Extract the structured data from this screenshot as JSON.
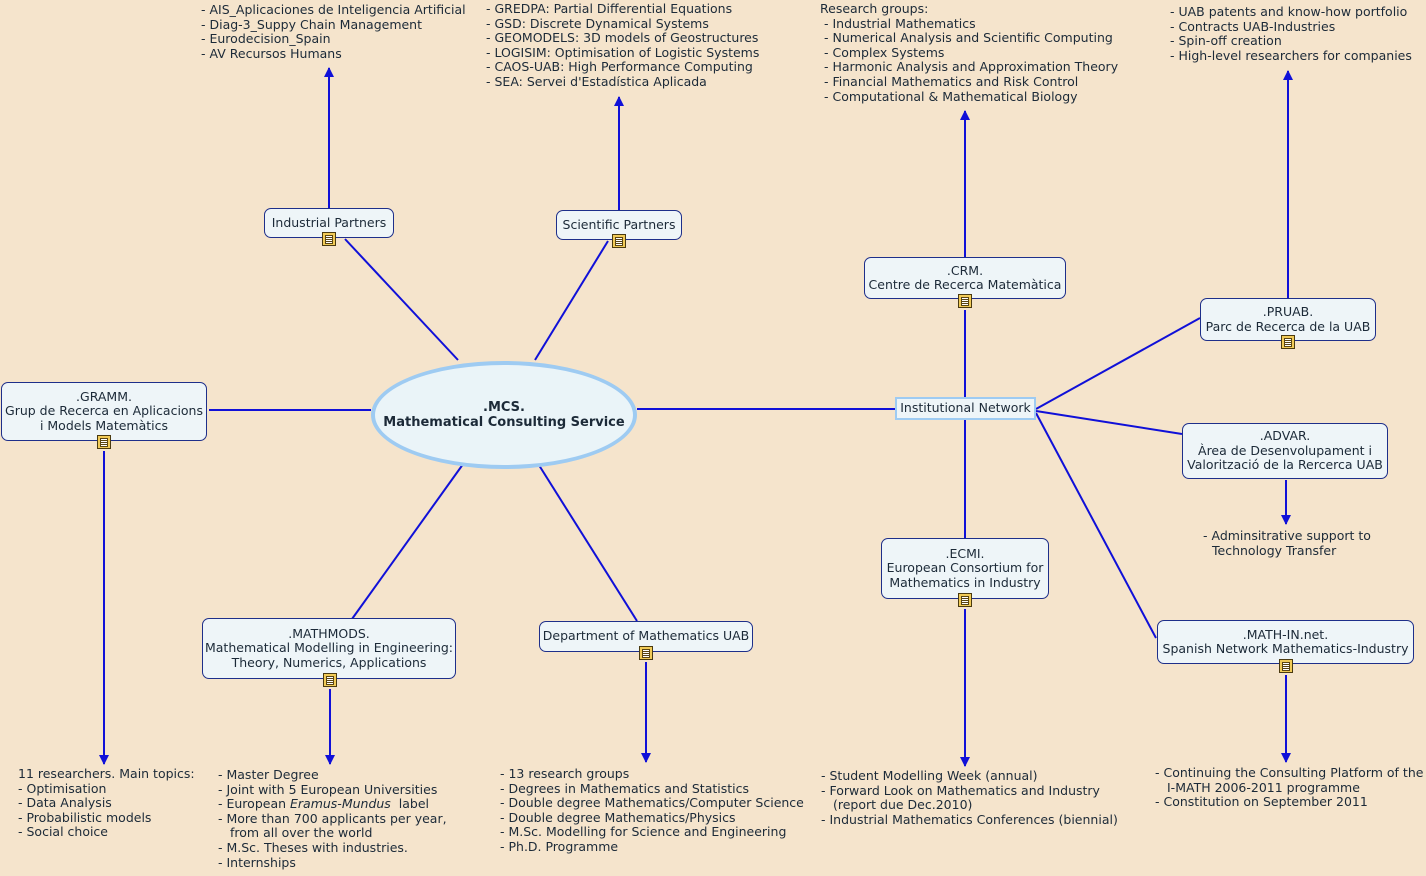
{
  "center": {
    "line1": ".MCS.",
    "line2": "Mathematical Consulting Service"
  },
  "nodes": {
    "gramm": {
      "line1": ".GRAMM.",
      "line2": "Grup de Recerca en Aplicacions",
      "line3": "i Models Matemàtics"
    },
    "industrial": {
      "line1": "Industrial Partners"
    },
    "scientific": {
      "line1": "Scientific Partners"
    },
    "mathmods": {
      "line1": ".MATHMODS.",
      "line2": "Mathematical Modelling in Engineering:",
      "line3": "Theory, Numerics, Applications"
    },
    "department": {
      "line1": "Department of Mathematics UAB"
    },
    "institutional": {
      "line1": "Institutional Network"
    },
    "crm": {
      "line1": ".CRM.",
      "line2": "Centre de Recerca Matemàtica"
    },
    "ecmi": {
      "line1": ".ECMI.",
      "line2": "European Consortium for",
      "line3": "Mathematics in Industry"
    },
    "pruab": {
      "line1": ".PRUAB.",
      "line2": "Parc de Recerca de la UAB"
    },
    "advar": {
      "line1": ".ADVAR.",
      "line2": "Àrea de Desenvolupament i",
      "line3": "Valorització de la Rercerca UAB"
    },
    "mathin": {
      "line1": ".MATH-IN.net.",
      "line2": "Spanish Network Mathematics-Industry"
    }
  },
  "lists": {
    "industrial": [
      "- AIS_Aplicaciones de Inteligencia Artificial",
      "- Diag-3_Suppy Chain Management",
      "- Eurodecision_Spain",
      "- AV Recursos Humans"
    ],
    "scientific": [
      "- GREDPA: Partial Differential Equations",
      "- GSD: Discrete Dynamical Systems",
      "- GEOMODELS: 3D models of Geostructures",
      "- LOGISIM: Optimisation of Logistic Systems",
      "- CAOS-UAB: High Performance Computing",
      "- SEA: Servei d'Estadística Aplicada"
    ],
    "crm_title": "Research groups:",
    "crm": [
      "- Industrial Mathematics",
      "- Numerical Analysis and Scientific Computing",
      "- Complex Systems",
      "- Harmonic Analysis and Approximation Theory",
      "- Financial Mathematics and Risk Control",
      "- Computational & Mathematical Biology"
    ],
    "pruab": [
      "- UAB patents and know-how portfolio",
      "- Contracts UAB-Industries",
      "- Spin-off creation",
      "- High-level researchers for companies"
    ],
    "gramm_title": "11 researchers. Main topics:",
    "gramm": [
      "- Optimisation",
      "- Data Analysis",
      "- Probabilistic models",
      "- Social choice"
    ],
    "mathmods_a": [
      "- Master Degree",
      "- Joint with 5 European Universities"
    ],
    "mathmods_eu_pre": "- European ",
    "mathmods_eu_em": "Eramus-Mundus",
    "mathmods_eu_post": "  label",
    "mathmods_b": [
      "- More than 700 applicants per year,",
      "from all over the world",
      "- M.Sc. Theses with industries.",
      "- Internships"
    ],
    "department": [
      "- 13 research groups",
      "- Degrees in Mathematics and Statistics",
      "- Double degree Mathematics/Computer Science",
      "- Double degree Mathematics/Physics",
      "- M.Sc. Modelling for Science and Engineering",
      "- Ph.D. Programme"
    ],
    "ecmi": [
      "- Student Modelling Week (annual)",
      "- Forward Look on Mathematics and Industry",
      "(report due Dec.2010)",
      "- Industrial Mathematics Conferences (biennial)"
    ],
    "advar": [
      "- Adminsitrative support to",
      "Technology Transfer"
    ],
    "mathin": [
      "- Continuing the Consulting Platform of the",
      "I-MATH 2006-2011 programme",
      "- Constitution on September 2011"
    ]
  },
  "colors": {
    "background": "#f5e4cc",
    "line": "#1010d8",
    "node_border": "#1e2f8a",
    "center_border": "#9ecbf2"
  }
}
